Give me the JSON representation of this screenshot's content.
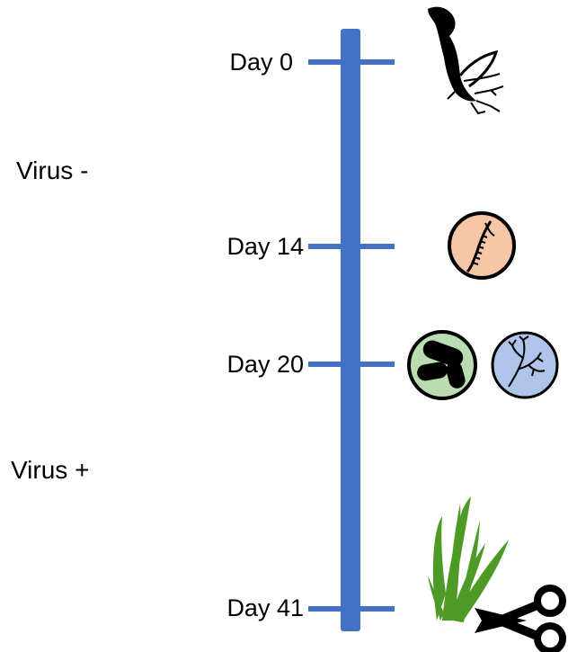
{
  "timeline": {
    "days": [
      {
        "label": "Day 0"
      },
      {
        "label": "Day 14"
      },
      {
        "label": "Day 20"
      },
      {
        "label": "Day 41"
      }
    ],
    "phases": [
      {
        "label": "Virus -"
      },
      {
        "label": "Virus +"
      }
    ],
    "bar_color": "#4472C4"
  },
  "icons": {
    "aphid": "aphid-icon",
    "dna": "dna-icon",
    "bacteria": "bacteria-icon",
    "fungus": "fungal-hyphae-icon",
    "plant": "grass-plant-icon",
    "scissors": "scissors-icon"
  },
  "colors": {
    "dna_circle": "#F6C6A6",
    "bacteria_circle": "#B9DDB0",
    "fungus_circle": "#AFC4E9",
    "plant": "#4E9A26"
  }
}
